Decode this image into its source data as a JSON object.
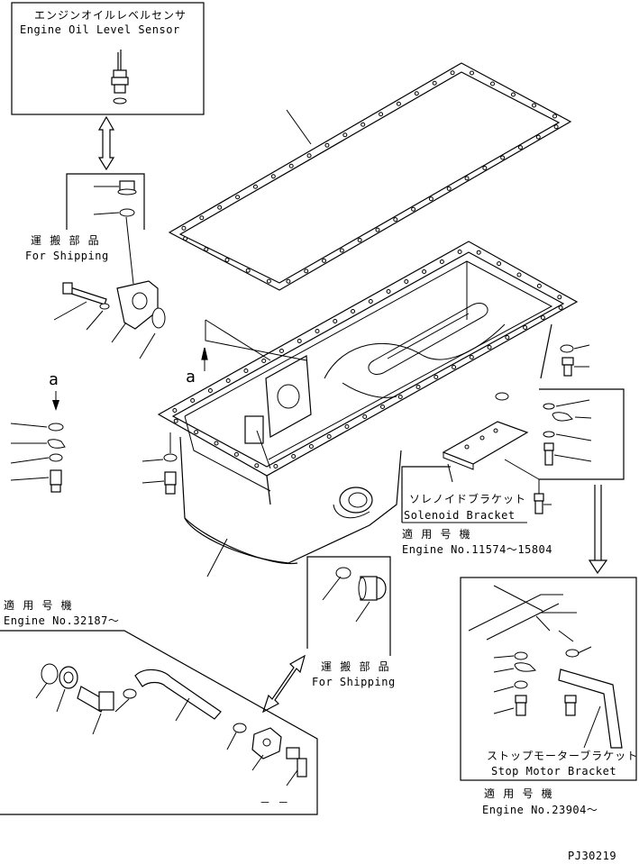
{
  "labels": {
    "sensor_jp": "エンジンオイルレベルセンサ",
    "sensor_en": "Engine Oil Level Sensor",
    "shipping1_jp": "運 搬 部 品",
    "shipping1_en": "For Shipping",
    "view_a_left": "a",
    "view_a_mid": "a",
    "solenoid_jp": "ソレノイドブラケット",
    "solenoid_en": "Solenoid Bracket",
    "applicable1_jp": "適 用 号 機",
    "applicable1_en": "Engine No.11574～15804",
    "applicable2_jp": "適 用 号 機",
    "applicable2_en": "Engine No.32187～",
    "shipping2_jp": "運 搬 部 品",
    "shipping2_en": "For Shipping",
    "stopmotor_jp": "ストップモーターブラケット",
    "stopmotor_en": "Stop Motor Bracket",
    "applicable3_jp": "適 用 号 機",
    "applicable3_en": "Engine No.23904～",
    "drawing_no": "PJ30219",
    "dash_mark": "－ －"
  }
}
